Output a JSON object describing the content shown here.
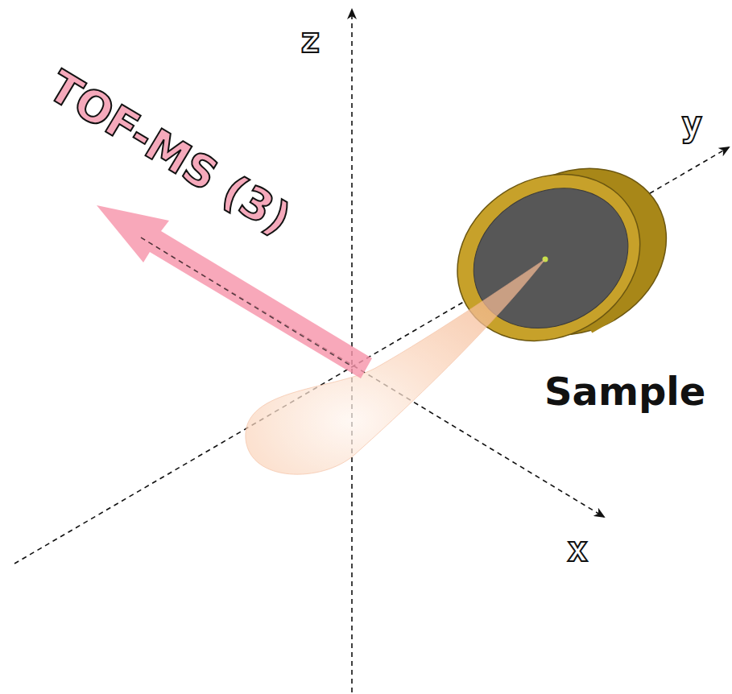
{
  "diagram": {
    "labels": [
      "z",
      "y",
      "x",
      "TOF-MS (3)",
      "Sample"
    ]
  }
}
